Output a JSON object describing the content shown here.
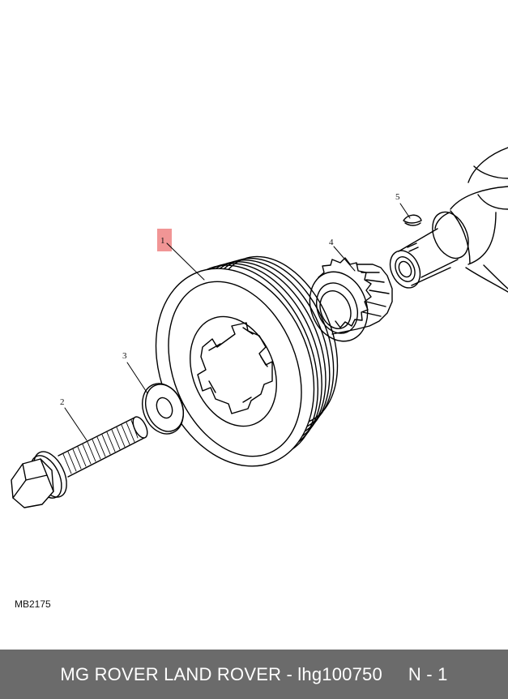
{
  "callouts": [
    {
      "id": "1",
      "label": "1"
    },
    {
      "id": "2",
      "label": "2"
    },
    {
      "id": "3",
      "label": "3"
    },
    {
      "id": "4",
      "label": "4"
    },
    {
      "id": "5",
      "label": "5"
    }
  ],
  "diagram_code": "MB2175",
  "footer": {
    "part_text": "MG ROVER LAND ROVER - lhg100750",
    "ref_text": "N - 1"
  },
  "colors": {
    "highlight": "#f08a8a",
    "footer_bg": "#6b6b6b",
    "footer_text": "#ffffff",
    "line": "#000000"
  }
}
